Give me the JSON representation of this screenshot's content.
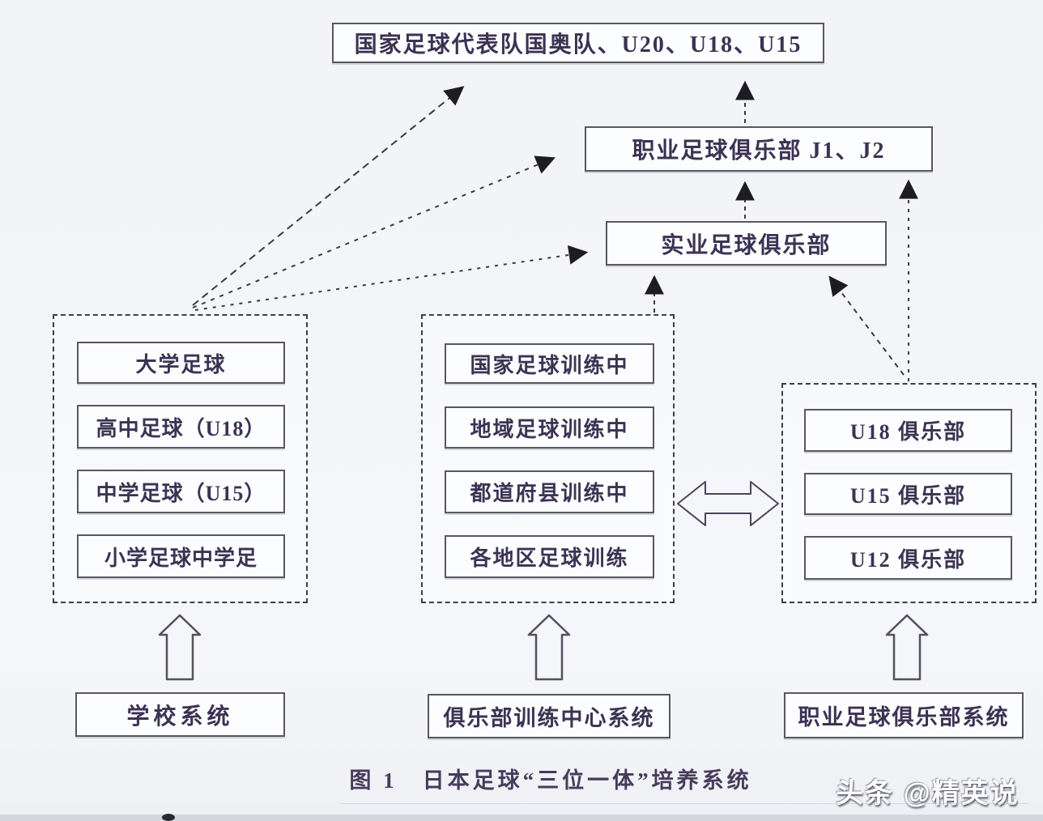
{
  "top_box": {
    "label": "国家足球代表队国奥队、U20、U18、U15"
  },
  "pro_club_box": {
    "label": "职业足球俱乐部 J1、J2"
  },
  "industrial_club_box": {
    "label": "实业足球俱乐部"
  },
  "school_column": {
    "items": [
      "大学足球",
      "高中足球（U18）",
      "中学足球（U15）",
      "小学足球中学足"
    ],
    "system_label": "学校系统"
  },
  "training_column": {
    "items": [
      "国家足球训练中",
      "地域足球训练中",
      "都道府县训练中",
      "各地区足球训练"
    ],
    "system_label": "俱乐部训练中心系统"
  },
  "club_column": {
    "items": [
      "U18 俱乐部",
      "U15 俱乐部",
      "U12 俱乐部"
    ],
    "system_label": "职业足球俱乐部系统"
  },
  "caption": "图 1　日本足球“三位一体”培养系统",
  "watermark": "头条 @精英说",
  "colors": {
    "background": "#f3f5f8",
    "ink": "#3c3353",
    "box_border": "#5a5663",
    "arrow_fill": "#1c1c22",
    "watermark_text": "#ffffff"
  }
}
